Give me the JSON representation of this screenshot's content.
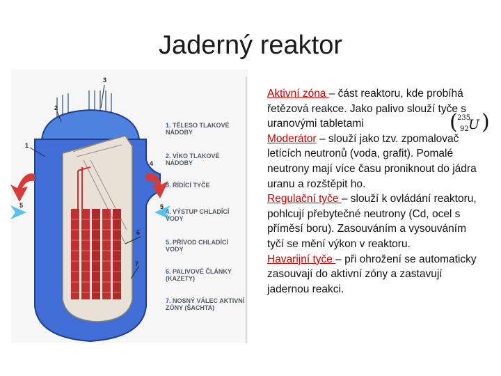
{
  "title": "Jaderný reaktor",
  "diagram": {
    "callouts": [
      "1",
      "2",
      "3",
      "4",
      "5",
      "5",
      "6",
      "7"
    ],
    "legend": [
      {
        "num": "1.",
        "label": "TĚLESO TLAKOVÉ NÁDOBY"
      },
      {
        "num": "2.",
        "label": "VÍKO TLAKOVÉ NÁDOBY"
      },
      {
        "num": "3.",
        "label": "ŘÍDÍCÍ TYČE"
      },
      {
        "num": "4.",
        "label": "VÝSTUP CHLADÍCÍ VODY"
      },
      {
        "num": "5.",
        "label": "PŘÍVOD CHLADÍCÍ VODY"
      },
      {
        "num": "6.",
        "label": "PALIVOVÉ ČLÁNKY (KAZETY)"
      },
      {
        "num": "7.",
        "label": "NOSNÝ VÁLEC AKTIVNÍ ZÓNY (ŠACHTA)"
      }
    ],
    "colors": {
      "vessel": "#3f6fd6",
      "inner": "#e8e1d8",
      "fuel": "#c03030",
      "arrow_hot": "#d83a3a",
      "arrow_cold": "#57c3ee"
    }
  },
  "paragraphs": [
    {
      "term": "Aktivní zóna ",
      "text": " – část reaktoru, kde probíhá řetězová reakce. Jako palivo slouží tyče s uranovými tabletami"
    },
    {
      "term": "Moderátor",
      "text": " – slouží jako tzv. zpomalovač letících neutronů (voda, grafit). Pomalé neutrony mají více času proniknout do jádra uranu a rozštěpit ho."
    },
    {
      "term": "Regulační tyče ",
      "text": " – slouží k ovládání reaktoru, pohlcují přebytečné neutrony (Cd, ocel s příměsí boru). Zasouváním a vysouváním tyčí se mění výkon v reaktoru."
    },
    {
      "term": "Havarijní tyče ",
      "text": " – při ohrožení se automaticky zasouvají do aktivní zóny a zastavují jadernou reakci."
    }
  ],
  "formula": {
    "open": "(",
    "mass": "235",
    "atomic": "92",
    "element": "U",
    "close": ")"
  }
}
